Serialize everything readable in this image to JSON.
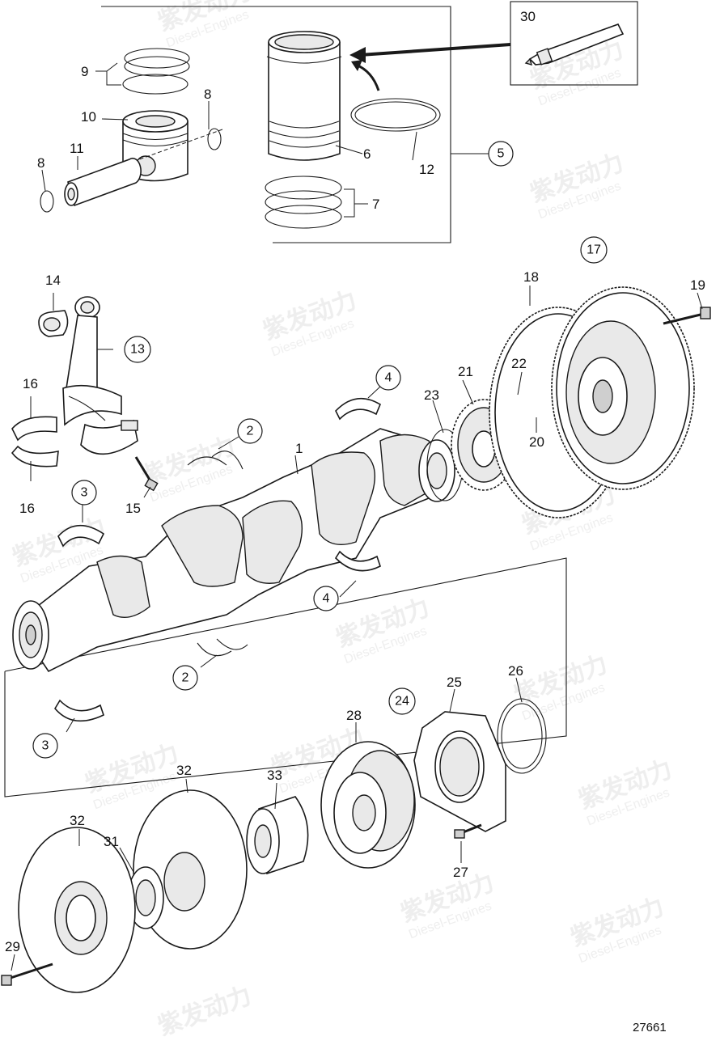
{
  "watermark": {
    "brand": "紫发动力",
    "sub": "Diesel-Engines"
  },
  "drawing_number": "27661",
  "callouts": {
    "c1": "1",
    "c2a": "2",
    "c2b": "2",
    "c3a": "3",
    "c3b": "3",
    "c4a": "4",
    "c4b": "4",
    "c5": "5",
    "c6": "6",
    "c7": "7",
    "c8a": "8",
    "c8b": "8",
    "c9": "9",
    "c10": "10",
    "c11": "11",
    "c12": "12",
    "c13": "13",
    "c14": "14",
    "c15": "15",
    "c16a": "16",
    "c16b": "16",
    "c17": "17",
    "c18": "18",
    "c19": "19",
    "c20": "20",
    "c21": "21",
    "c22": "22",
    "c23": "23",
    "c24": "24",
    "c25": "25",
    "c26": "26",
    "c27": "27",
    "c28": "28",
    "c29": "29",
    "c30": "30",
    "c31": "31",
    "c32a": "32",
    "c32b": "32",
    "c33": "33"
  }
}
